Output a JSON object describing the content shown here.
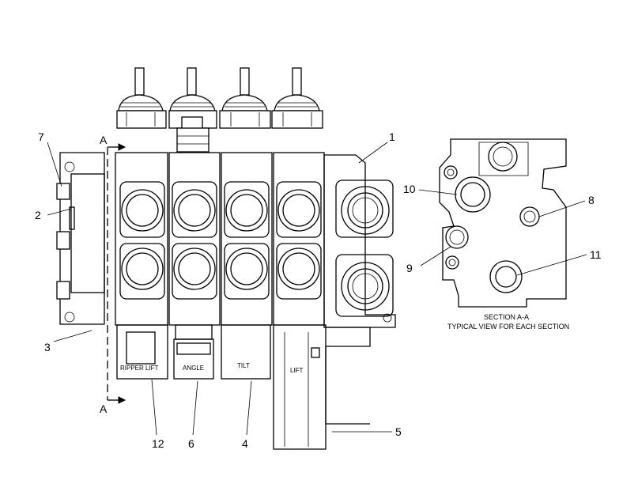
{
  "callouts": [
    "1",
    "2",
    "3",
    "4",
    "5",
    "6",
    "7",
    "8",
    "9",
    "10",
    "11",
    "12"
  ],
  "section_letter": "A",
  "spool_labels": {
    "ripper_lift": "RIPPER LIFT",
    "angle": "ANGLE",
    "tilt": "TILT",
    "lift": "LIFT"
  },
  "section_view": {
    "title": "SECTION A-A",
    "subtitle": "TYPICAL VIEW FOR EACH SECTION"
  }
}
